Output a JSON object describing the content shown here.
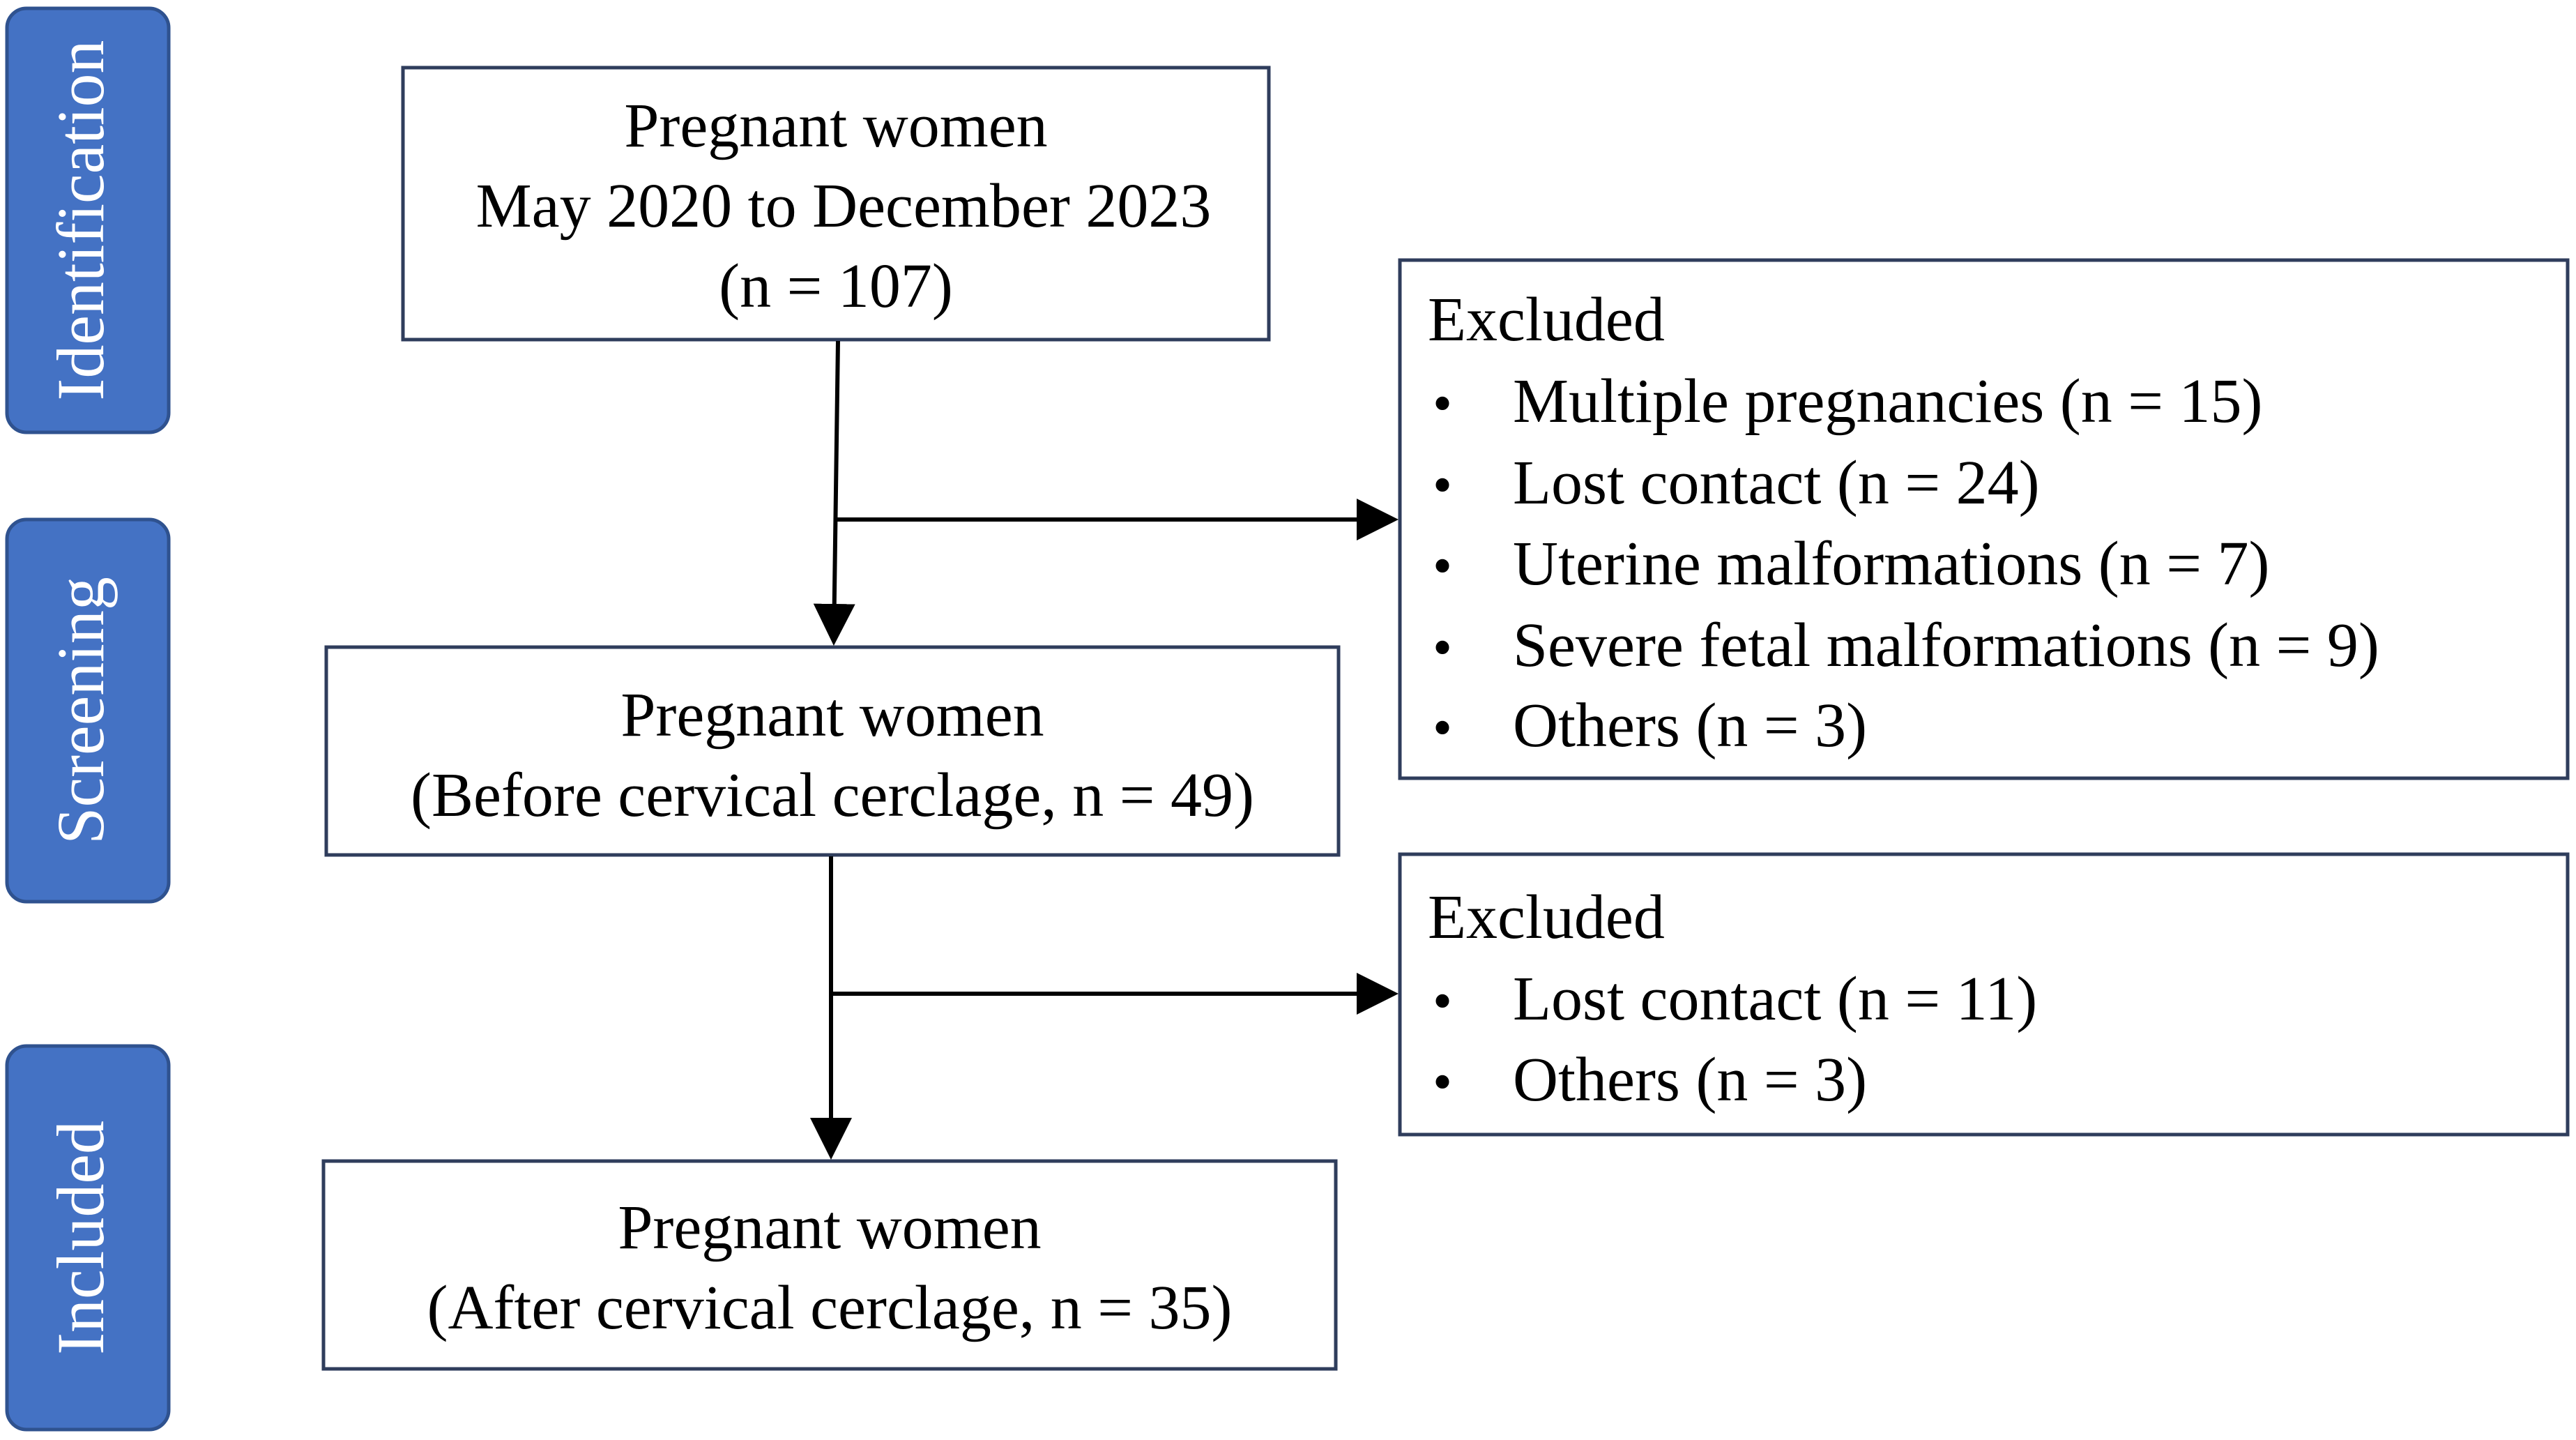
{
  "stages": [
    {
      "id": "identification",
      "label": "Identification"
    },
    {
      "id": "screening",
      "label": "Screening"
    },
    {
      "id": "included",
      "label": "Included"
    }
  ],
  "boxes": {
    "pregnant_all": {
      "lines": [
        "Pregnant women",
        "May 2020 to December 2023",
        "(n = 107)"
      ]
    },
    "pregnant_before": {
      "lines": [
        "Pregnant women",
        "(Before cervical cerclage, n = 49)"
      ]
    },
    "pregnant_after": {
      "lines": [
        "Pregnant women",
        "(After cervical cerclage, n = 35)"
      ]
    }
  },
  "excluded_first": {
    "title": "Excluded",
    "items": [
      "Multiple pregnancies (n = 15)",
      "Lost contact (n = 24)",
      "Uterine malformations (n = 7)",
      "Severe fetal malformations (n = 9)",
      "Others (n = 3)"
    ]
  },
  "excluded_second": {
    "title": "Excluded",
    "items": [
      "Lost contact (n = 11)",
      "Others (n = 3)"
    ]
  },
  "colors": {
    "stage_fill": "#4472C4",
    "stage_stroke": "#2F528F",
    "box_stroke": "#2F3D5C",
    "arrow": "#000000"
  }
}
